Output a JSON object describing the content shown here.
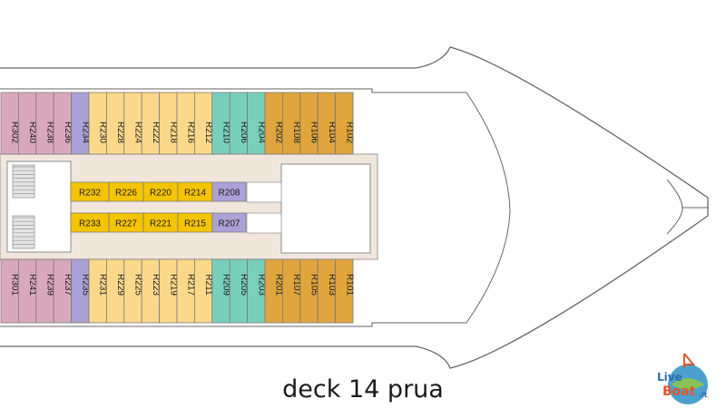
{
  "caption": "deck 14 prua",
  "logo": {
    "line1": "Live",
    "line2": "Boat",
    "suffix": ".it"
  },
  "colors": {
    "hull_stroke": "#666666",
    "corridor": "#f1e6dc",
    "pink": "#d9a8bd",
    "purple": "#aca1d6",
    "yellow": "#fcd98a",
    "teal": "#78cfbb",
    "orange": "#e0a53c",
    "center_yellow": "#f5c400",
    "center_purple": "#aca1d6",
    "stair": "#e4e4e4"
  },
  "cabins": {
    "top": [
      {
        "label": "R302",
        "color": "pink"
      },
      {
        "label": "R240",
        "color": "pink"
      },
      {
        "label": "R238",
        "color": "pink"
      },
      {
        "label": "R236",
        "color": "pink"
      },
      {
        "label": "R234",
        "color": "purple"
      },
      {
        "label": "R230",
        "color": "yellow"
      },
      {
        "label": "R228",
        "color": "yellow"
      },
      {
        "label": "R224",
        "color": "yellow"
      },
      {
        "label": "R222",
        "color": "yellow"
      },
      {
        "label": "R218",
        "color": "yellow"
      },
      {
        "label": "R216",
        "color": "yellow"
      },
      {
        "label": "R212",
        "color": "yellow"
      },
      {
        "label": "R210",
        "color": "teal"
      },
      {
        "label": "R206",
        "color": "teal"
      },
      {
        "label": "R204",
        "color": "teal"
      },
      {
        "label": "R202",
        "color": "orange"
      },
      {
        "label": "R108",
        "color": "orange"
      },
      {
        "label": "R106",
        "color": "orange"
      },
      {
        "label": "R104",
        "color": "orange"
      },
      {
        "label": "R102",
        "color": "orange"
      }
    ],
    "bottom": [
      {
        "label": "R301",
        "color": "pink"
      },
      {
        "label": "R241",
        "color": "pink"
      },
      {
        "label": "R239",
        "color": "pink"
      },
      {
        "label": "R237",
        "color": "pink"
      },
      {
        "label": "R235",
        "color": "purple"
      },
      {
        "label": "R231",
        "color": "yellow"
      },
      {
        "label": "R229",
        "color": "yellow"
      },
      {
        "label": "R225",
        "color": "yellow"
      },
      {
        "label": "R223",
        "color": "yellow"
      },
      {
        "label": "R219",
        "color": "yellow"
      },
      {
        "label": "R217",
        "color": "yellow"
      },
      {
        "label": "R211",
        "color": "yellow"
      },
      {
        "label": "R209",
        "color": "teal"
      },
      {
        "label": "R205",
        "color": "teal"
      },
      {
        "label": "R203",
        "color": "teal"
      },
      {
        "label": "R201",
        "color": "orange"
      },
      {
        "label": "R107",
        "color": "orange"
      },
      {
        "label": "R105",
        "color": "orange"
      },
      {
        "label": "R103",
        "color": "orange"
      },
      {
        "label": "R101",
        "color": "orange"
      }
    ],
    "center_upper": [
      {
        "label": "R232",
        "color": "center_yellow"
      },
      {
        "label": "R226",
        "color": "center_yellow"
      },
      {
        "label": "R220",
        "color": "center_yellow"
      },
      {
        "label": "R214",
        "color": "center_yellow"
      },
      {
        "label": "R208",
        "color": "center_purple"
      }
    ],
    "center_lower": [
      {
        "label": "R233",
        "color": "center_yellow"
      },
      {
        "label": "R227",
        "color": "center_yellow"
      },
      {
        "label": "R221",
        "color": "center_yellow"
      },
      {
        "label": "R215",
        "color": "center_yellow"
      },
      {
        "label": "R207",
        "color": "center_purple"
      }
    ]
  }
}
